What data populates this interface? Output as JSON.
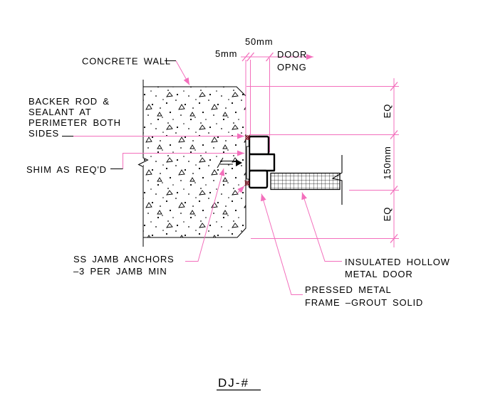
{
  "drawing": {
    "title": "DJ-#",
    "callouts": {
      "concrete_wall": "CONCRETE WALL",
      "backer_rod": [
        "BACKER ROD &",
        "SEALANT AT",
        "PERIMETER BOTH",
        "SIDES"
      ],
      "shim": "SHIM AS REQ'D",
      "jamb_anchors": [
        "SS JAMB ANCHORS",
        "–3 PER JAMB MIN"
      ],
      "metal_door": [
        "INSULATED HOLLOW",
        "METAL DOOR"
      ],
      "pressed_frame": [
        "PRESSED METAL",
        "FRAME –GROUT SOLID"
      ]
    },
    "dimensions": {
      "gap": "5mm",
      "frame_face": "50mm",
      "door_opening": [
        "DOOR",
        "OPNG"
      ],
      "vertical": [
        "EQ",
        "150mm",
        "EQ"
      ]
    },
    "colors": {
      "annotation_pink": "#f36fbc",
      "anchor_red": "#7a1322",
      "line_black": "#000000"
    }
  }
}
